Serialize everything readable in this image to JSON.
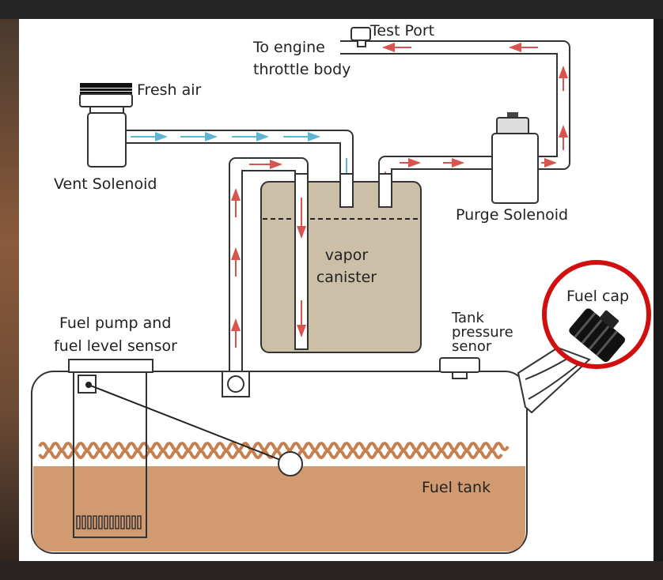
{
  "labels": {
    "test_port": "Test Port",
    "to_engine_1": "To engine",
    "to_engine_2": "throttle body",
    "fresh_air": "Fresh air",
    "vent_solenoid": "Vent Solenoid",
    "purge_solenoid": "Purge Solenoid",
    "vapor_1": "vapor",
    "vapor_2": "canister",
    "fuel_pump_1": "Fuel pump and",
    "fuel_pump_2": "fuel level sensor",
    "tank_pressure_1": "Tank",
    "tank_pressure_2": "pressure",
    "tank_pressure_3": "senor",
    "fuel_cap": "Fuel cap",
    "fuel_tank": "Fuel tank"
  },
  "colors": {
    "air_arrow": "#5bb7d6",
    "vapor_arrow": "#d9534f",
    "canister_fill": "#cbbfa7",
    "fuel_fill": "#d19a70",
    "fuel_wave": "#c87f4f",
    "cap_highlight": "#d10f0f"
  }
}
